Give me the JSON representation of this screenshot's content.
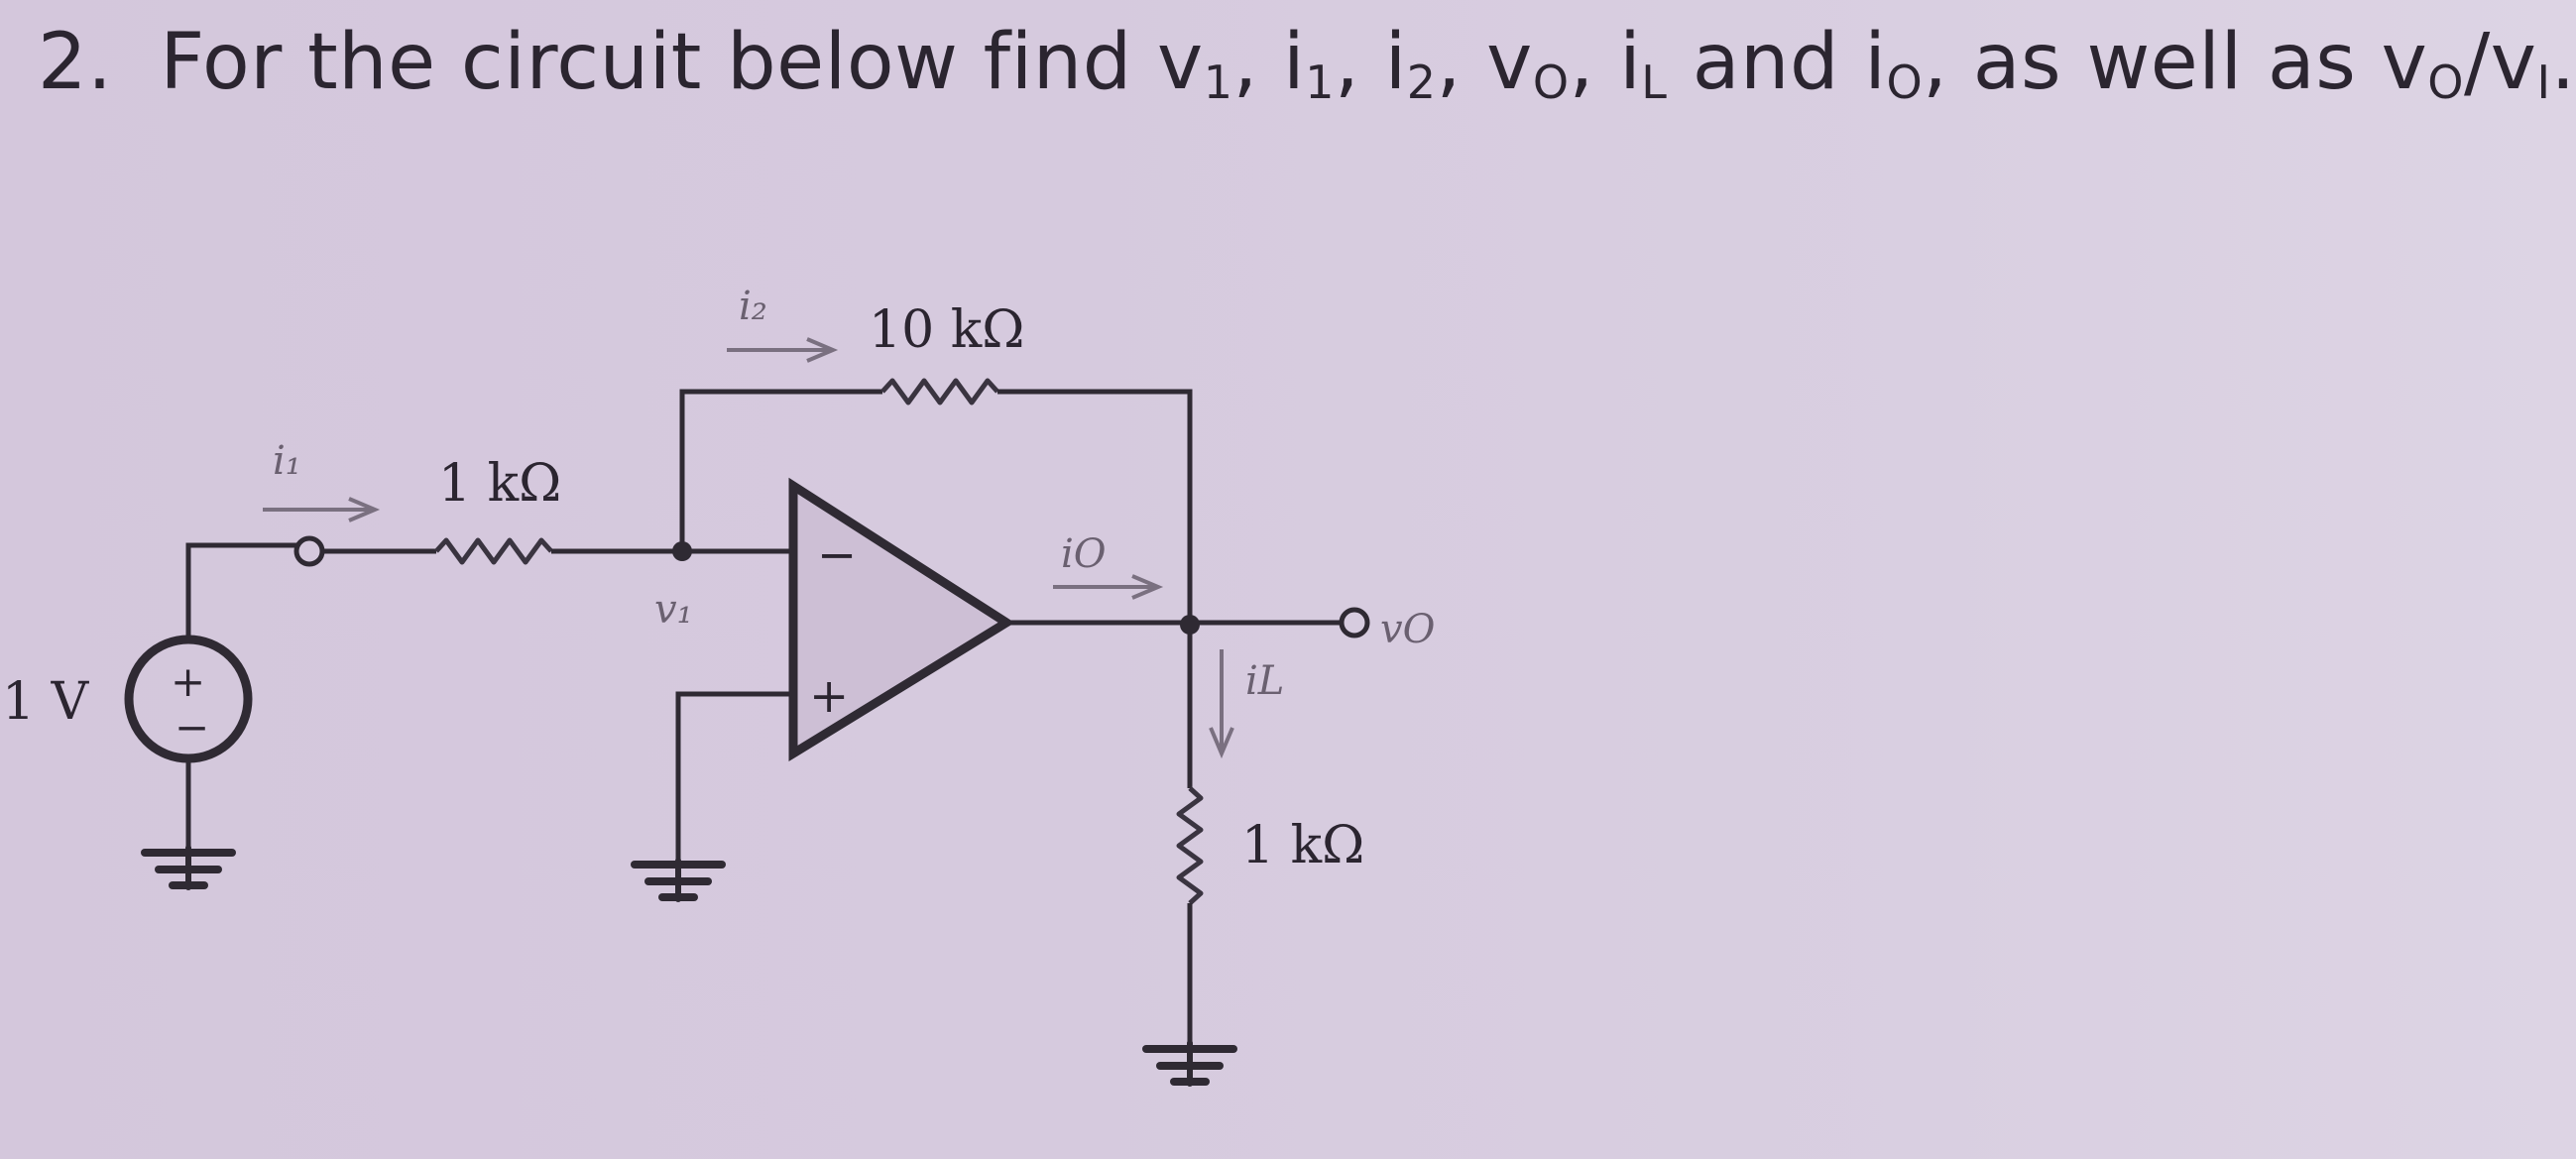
{
  "question": {
    "number": "2.",
    "text": "For the circuit below find v₁, i₁, i₂, v₀, iL and i₀, as well as v₀/vᵢ."
  },
  "circuit": {
    "source_label": "1 V",
    "source_plus": "+",
    "source_minus": "−",
    "r_in_label": "1 kΩ",
    "r_feedback_label": "10 kΩ",
    "r_load_label": "1 kΩ",
    "i1_label": "i₁",
    "i2_label": "i₂",
    "io_label": "iO",
    "il_label": "iL",
    "v1_label": "v₁",
    "vo_label": "vO",
    "opamp_minus": "−",
    "opamp_plus": "+"
  }
}
